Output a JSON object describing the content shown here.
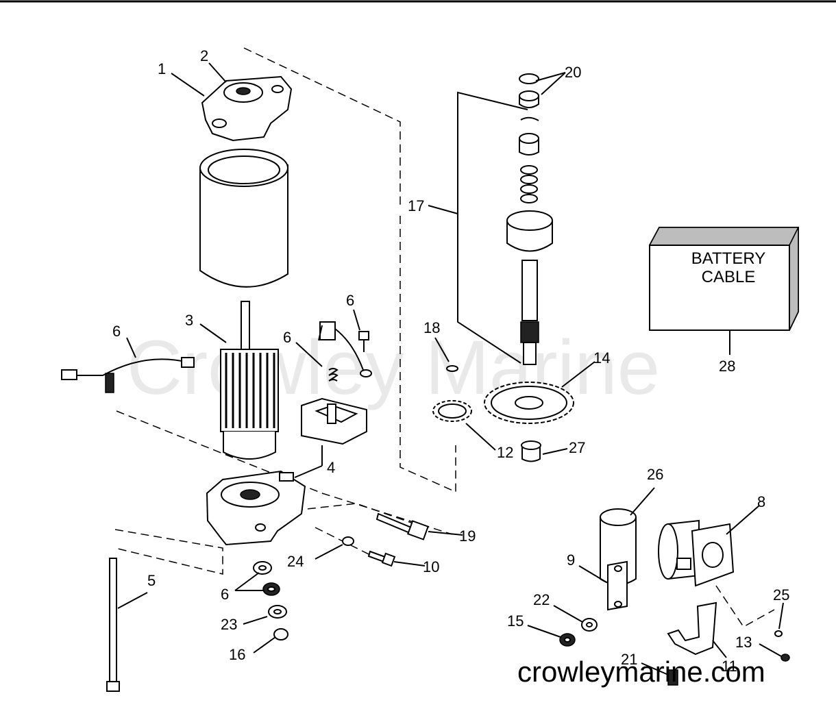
{
  "watermark": "Crowley Marine",
  "site_url": "crowleymarine.com",
  "box": {
    "line1": "BATTERY",
    "line2": "CABLE"
  },
  "callouts": [
    {
      "id": "c1",
      "text": "1"
    },
    {
      "id": "c2",
      "text": "2"
    },
    {
      "id": "c3",
      "text": "3"
    },
    {
      "id": "c4",
      "text": "4"
    },
    {
      "id": "c5",
      "text": "5"
    },
    {
      "id": "c6a",
      "text": "6"
    },
    {
      "id": "c6b",
      "text": "6"
    },
    {
      "id": "c6c",
      "text": "6"
    },
    {
      "id": "c6d",
      "text": "6"
    },
    {
      "id": "c8",
      "text": "8"
    },
    {
      "id": "c9",
      "text": "9"
    },
    {
      "id": "c10",
      "text": "10"
    },
    {
      "id": "c11",
      "text": "11"
    },
    {
      "id": "c12",
      "text": "12"
    },
    {
      "id": "c13",
      "text": "13"
    },
    {
      "id": "c14",
      "text": "14"
    },
    {
      "id": "c15",
      "text": "15"
    },
    {
      "id": "c16",
      "text": "16"
    },
    {
      "id": "c17",
      "text": "17"
    },
    {
      "id": "c18",
      "text": "18"
    },
    {
      "id": "c19",
      "text": "19"
    },
    {
      "id": "c20",
      "text": "20"
    },
    {
      "id": "c21",
      "text": "21"
    },
    {
      "id": "c22",
      "text": "22"
    },
    {
      "id": "c23",
      "text": "23"
    },
    {
      "id": "c24",
      "text": "24"
    },
    {
      "id": "c25",
      "text": "25"
    },
    {
      "id": "c26",
      "text": "26"
    },
    {
      "id": "c27",
      "text": "27"
    },
    {
      "id": "c28",
      "text": "28"
    }
  ]
}
